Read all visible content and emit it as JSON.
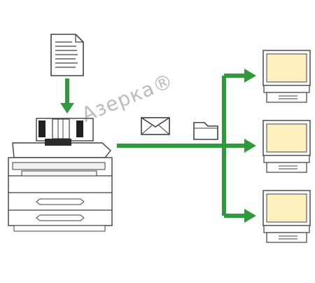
{
  "colors": {
    "arrow": "#2f9a3b",
    "monitor_fill": "#fff0bf",
    "line": "#404040",
    "document_fill": "#ffffff"
  },
  "watermark": {
    "text": "Азерка®"
  },
  "icons": {
    "document": "document-icon",
    "printer": "wide-format-printer-icon",
    "envelope": "envelope-icon",
    "folder": "folder-icon",
    "computer": "computer-icon"
  },
  "computers": {
    "items": [
      {
        "name": "computer-top"
      },
      {
        "name": "computer-middle"
      },
      {
        "name": "computer-bottom"
      }
    ]
  }
}
